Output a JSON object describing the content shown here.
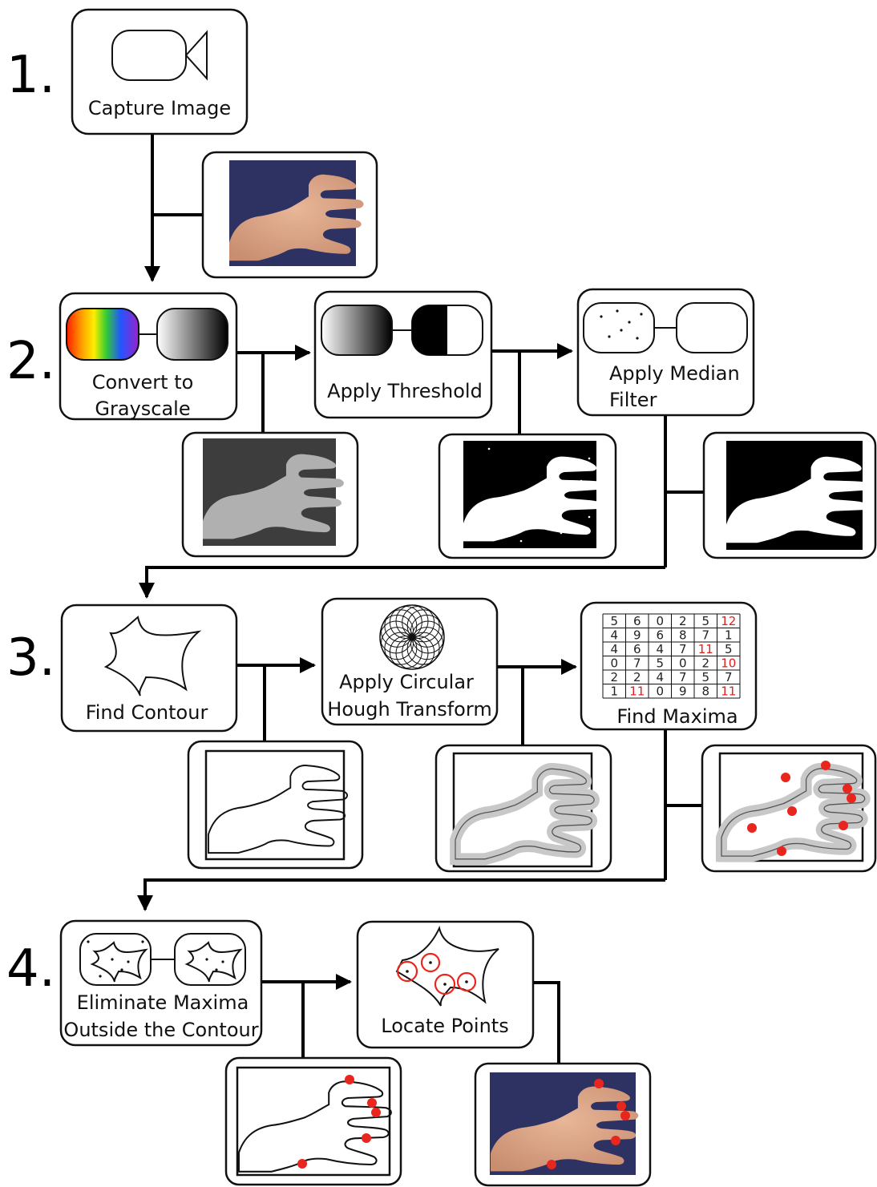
{
  "steps": {
    "s1": "1.",
    "s2": "2.",
    "s3": "3.",
    "s4": "4."
  },
  "boxes": {
    "capture": "Capture Image",
    "grayscale_l1": "Convert to",
    "grayscale_l2": "Grayscale",
    "threshold": "Apply Threshold",
    "median_l1": "Apply Median",
    "median_l2": "Filter",
    "contour": "Find Contour",
    "hough_l1": "Apply Circular",
    "hough_l2": "Hough  Transform",
    "maxima": "Find Maxima",
    "eliminate_l1": "Eliminate Maxima",
    "eliminate_l2": "Outside the Contour",
    "locate": "Locate Points"
  },
  "maxima_grid": [
    [
      "5",
      "6",
      "0",
      "2",
      "5",
      "12"
    ],
    [
      "4",
      "9",
      "6",
      "8",
      "7",
      "1"
    ],
    [
      "4",
      "6",
      "4",
      "7",
      "11",
      "5"
    ],
    [
      "0",
      "7",
      "5",
      "0",
      "2",
      "10"
    ],
    [
      "2",
      "2",
      "4",
      "7",
      "5",
      "7"
    ],
    [
      "1",
      "11",
      "0",
      "9",
      "8",
      "11"
    ]
  ],
  "maxima_grid_red": [
    "0-5",
    "2-4",
    "3-5",
    "5-1",
    "5-5"
  ],
  "colors": {
    "hand_skin": "#d9a98a",
    "photo_background": "#2e3263",
    "fingertip_marker": "#e8261e",
    "threshold_background": "#000000"
  }
}
